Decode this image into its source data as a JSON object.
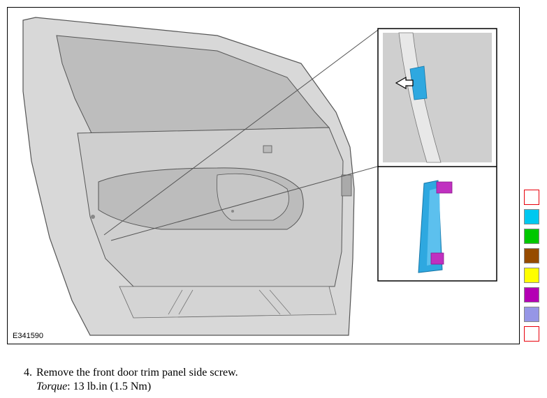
{
  "figure": {
    "label": "E341590",
    "inset_border_color": "#000000",
    "highlight_color": "#2ea8e0",
    "clip_color": "#c030c0"
  },
  "swatches": [
    {
      "name": "empty-swatch",
      "color": ""
    },
    {
      "name": "cyan-swatch",
      "color": "#00c8f0"
    },
    {
      "name": "green-swatch",
      "color": "#00c800"
    },
    {
      "name": "brown-swatch",
      "color": "#964b00"
    },
    {
      "name": "yellow-swatch",
      "color": "#ffff00"
    },
    {
      "name": "magenta-swatch",
      "color": "#b400b4"
    },
    {
      "name": "lavender-swatch",
      "color": "#9696e6"
    },
    {
      "name": "empty-swatch",
      "color": ""
    }
  ],
  "instruction": {
    "number": "4.",
    "text": "Remove the front door trim panel side screw.",
    "torque_label": "Torque",
    "torque_value": ": 13 lb.in (1.5 Nm)"
  }
}
